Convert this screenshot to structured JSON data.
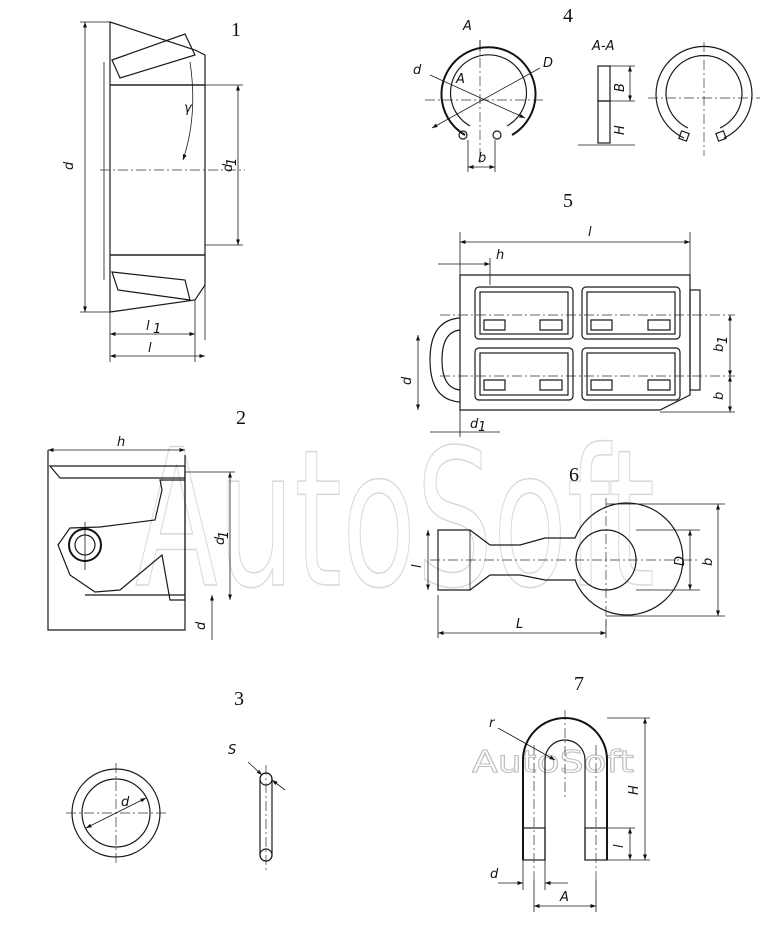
{
  "figures": {
    "f1": {
      "number": "1",
      "labels": {
        "d": "d",
        "d1": "d",
        "d1_sub": "1",
        "gamma": "γ",
        "l1": "l",
        "l1_sub": "1",
        "l": "l"
      }
    },
    "f2": {
      "number": "2",
      "labels": {
        "h": "h",
        "d1": "d",
        "d1_sub": "1",
        "d": "d"
      }
    },
    "f3": {
      "number": "3",
      "labels": {
        "d": "d",
        "s": "S"
      }
    },
    "f4": {
      "number": "4",
      "labels": {
        "a_top": "A",
        "a_mid": "A",
        "d": "d",
        "D": "D",
        "b": "b",
        "section": "A-A",
        "B": "B",
        "H": "H"
      }
    },
    "f5": {
      "number": "5",
      "labels": {
        "l": "l",
        "h": "h",
        "d": "d",
        "d1": "d",
        "d1_sub": "1",
        "b1": "b",
        "b1_sub": "1",
        "b": "b"
      }
    },
    "f6": {
      "number": "6",
      "labels": {
        "l": "l",
        "D": "D",
        "b": "b",
        "L": "L"
      }
    },
    "f7": {
      "number": "7",
      "labels": {
        "r": "r",
        "H": "H",
        "l": "l",
        "d": "d",
        "A": "A"
      }
    }
  },
  "watermarks": {
    "large": "AutoSoft",
    "small": "AutoSoft"
  }
}
